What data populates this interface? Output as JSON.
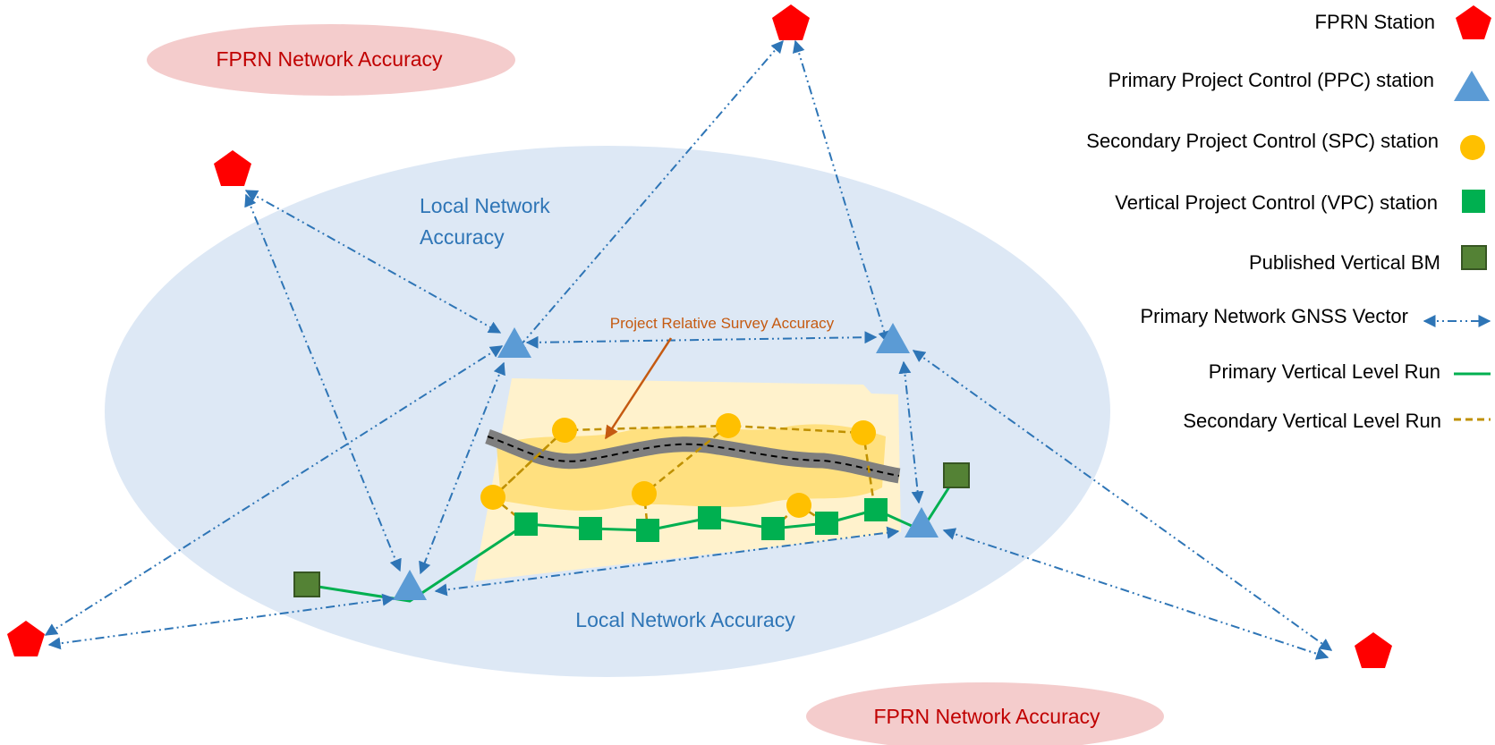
{
  "labels": {
    "fprn_accuracy_top": "FPRN Network Accuracy",
    "fprn_accuracy_bottom": "FPRN Network Accuracy",
    "local_accuracy_top_line1": "Local Network",
    "local_accuracy_top_line2": "Accuracy",
    "local_accuracy_bottom": "Local Network Accuracy",
    "project_relative_accuracy": "Project Relative Survey Accuracy"
  },
  "legend": {
    "fprn_station": "FPRN Station",
    "ppc_station": "Primary Project Control (PPC) station",
    "spc_station": "Secondary Project Control (SPC) station",
    "vpc_station": "Vertical Project Control (VPC) station",
    "published_bm": "Published Vertical BM",
    "gnss_vector": "Primary Network GNSS Vector",
    "primary_level_run": "Primary Vertical Level Run",
    "secondary_level_run": "Secondary Vertical Level Run"
  },
  "colors": {
    "fprn_station": "#ff0000",
    "ppc_station": "#5b9bd5",
    "spc_station": "#ffc000",
    "vpc_station": "#00b050",
    "published_bm": "#548235",
    "gnss_vector": "#2e75b6",
    "primary_level_run": "#00b050",
    "secondary_level_run": "#bf9000",
    "fprn_accuracy_fill": "#f4cccc",
    "local_accuracy_fill": "#dde8f5",
    "project_area_fill": "#fff2cc",
    "corridor_fill": "#ffd966",
    "road": "#7f7f7f"
  }
}
